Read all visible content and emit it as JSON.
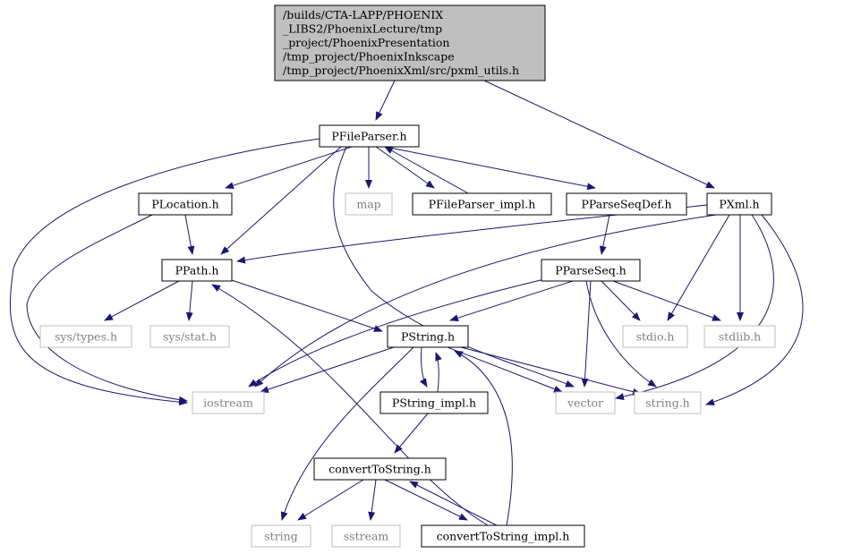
{
  "colors": {
    "root_fill": "#bfbfbf",
    "node_border": "#000000",
    "external_border": "#bfbfbf",
    "external_text": "#808080",
    "edge": "#191970"
  },
  "nodes": [
    {
      "id": "root",
      "kind": "root",
      "lines": [
        "/builds/CTA-LAPP/PHOENIX",
        "_LIBS2/PhoenixLecture/tmp",
        "_project/PhoenixPresentation",
        "/tmp_project/PhoenixInkscape",
        "/tmp_project/PhoenixXml/src/pxml_utils.h"
      ]
    },
    {
      "id": "pfileparser",
      "kind": "internal",
      "lines": [
        "PFileParser.h"
      ]
    },
    {
      "id": "pxml",
      "kind": "internal",
      "lines": [
        "PXml.h"
      ]
    },
    {
      "id": "plocation",
      "kind": "internal",
      "lines": [
        "PLocation.h"
      ]
    },
    {
      "id": "map",
      "kind": "external",
      "lines": [
        "map"
      ]
    },
    {
      "id": "pfileparser_impl",
      "kind": "internal",
      "lines": [
        "PFileParser_impl.h"
      ]
    },
    {
      "id": "pparseseqdef",
      "kind": "internal",
      "lines": [
        "PParseSeqDef.h"
      ]
    },
    {
      "id": "ppath",
      "kind": "internal",
      "lines": [
        "PPath.h"
      ]
    },
    {
      "id": "pparseseq",
      "kind": "internal",
      "lines": [
        "PParseSeq.h"
      ]
    },
    {
      "id": "systypes",
      "kind": "external",
      "lines": [
        "sys/types.h"
      ]
    },
    {
      "id": "sysstat",
      "kind": "external",
      "lines": [
        "sys/stat.h"
      ]
    },
    {
      "id": "pstring",
      "kind": "internal",
      "lines": [
        "PString.h"
      ]
    },
    {
      "id": "stdio",
      "kind": "external",
      "lines": [
        "stdio.h"
      ]
    },
    {
      "id": "stdlib",
      "kind": "external",
      "lines": [
        "stdlib.h"
      ]
    },
    {
      "id": "iostream",
      "kind": "external",
      "lines": [
        "iostream"
      ]
    },
    {
      "id": "pstring_impl",
      "kind": "internal",
      "lines": [
        "PString_impl.h"
      ]
    },
    {
      "id": "vector",
      "kind": "external",
      "lines": [
        "vector"
      ]
    },
    {
      "id": "stringh",
      "kind": "external",
      "lines": [
        "string.h"
      ]
    },
    {
      "id": "converttostring",
      "kind": "internal",
      "lines": [
        "convertToString.h"
      ]
    },
    {
      "id": "string",
      "kind": "external",
      "lines": [
        "string"
      ]
    },
    {
      "id": "sstream",
      "kind": "external",
      "lines": [
        "sstream"
      ]
    },
    {
      "id": "converttostring_impl",
      "kind": "internal",
      "lines": [
        "convertToString_impl.h"
      ]
    }
  ],
  "edges": [
    {
      "from": "root",
      "to": "pfileparser"
    },
    {
      "from": "root",
      "to": "pxml"
    },
    {
      "from": "pfileparser",
      "to": "plocation"
    },
    {
      "from": "pfileparser",
      "to": "map"
    },
    {
      "from": "pfileparser",
      "to": "pfileparser_impl"
    },
    {
      "from": "pfileparser",
      "to": "pparseseqdef"
    },
    {
      "from": "pfileparser",
      "to": "ppath"
    },
    {
      "from": "pfileparser",
      "to": "iostream"
    },
    {
      "from": "pfileparser",
      "to": "vector"
    },
    {
      "from": "pfileparser_impl",
      "to": "pfileparser"
    },
    {
      "from": "plocation",
      "to": "ppath"
    },
    {
      "from": "plocation",
      "to": "iostream"
    },
    {
      "from": "pparseseqdef",
      "to": "pparseseq"
    },
    {
      "from": "pxml",
      "to": "ppath"
    },
    {
      "from": "pxml",
      "to": "iostream"
    },
    {
      "from": "pxml",
      "to": "stdio"
    },
    {
      "from": "pxml",
      "to": "stdlib"
    },
    {
      "from": "pxml",
      "to": "vector"
    },
    {
      "from": "pxml",
      "to": "stringh"
    },
    {
      "from": "ppath",
      "to": "systypes"
    },
    {
      "from": "ppath",
      "to": "sysstat"
    },
    {
      "from": "ppath",
      "to": "pstring"
    },
    {
      "from": "pparseseq",
      "to": "pstring"
    },
    {
      "from": "pparseseq",
      "to": "iostream"
    },
    {
      "from": "pparseseq",
      "to": "stdio"
    },
    {
      "from": "pparseseq",
      "to": "stdlib"
    },
    {
      "from": "pparseseq",
      "to": "vector"
    },
    {
      "from": "pparseseq",
      "to": "stringh"
    },
    {
      "from": "pstring",
      "to": "iostream"
    },
    {
      "from": "pstring",
      "to": "vector"
    },
    {
      "from": "pstring",
      "to": "stringh"
    },
    {
      "from": "pstring",
      "to": "string"
    },
    {
      "from": "pstring",
      "to": "pstring_impl"
    },
    {
      "from": "pstring_impl",
      "to": "pstring"
    },
    {
      "from": "pstring_impl",
      "to": "converttostring"
    },
    {
      "from": "converttostring",
      "to": "string"
    },
    {
      "from": "converttostring",
      "to": "sstream"
    },
    {
      "from": "converttostring",
      "to": "converttostring_impl"
    },
    {
      "from": "converttostring_impl",
      "to": "converttostring"
    },
    {
      "from": "converttostring_impl",
      "to": "pstring"
    },
    {
      "from": "converttostring_impl",
      "to": "ppath"
    }
  ]
}
